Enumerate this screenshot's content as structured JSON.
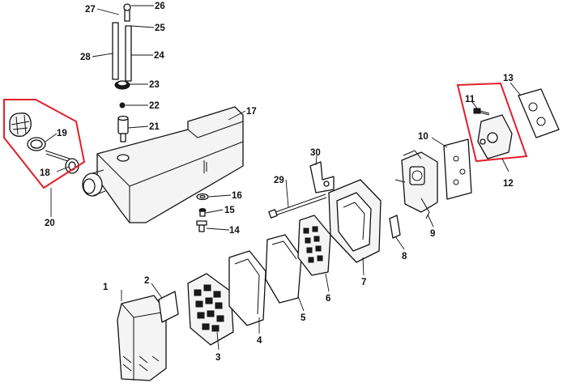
{
  "labels": {
    "p1": "1",
    "p2": "2",
    "p3": "3",
    "p4": "4",
    "p5": "5",
    "p6": "6",
    "p7": "7",
    "p8": "8",
    "p9": "9",
    "p10": "10",
    "p11": "11",
    "p12": "12",
    "p13": "13",
    "p14": "14",
    "p15": "15",
    "p16": "16",
    "p17": "17",
    "p18": "18",
    "p19": "19",
    "p20": "20",
    "p21": "21",
    "p22": "22",
    "p23": "23",
    "p24": "24",
    "p25": "25",
    "p26": "26",
    "p27": "27",
    "p28": "28",
    "p29": "29",
    "p30": "30"
  },
  "colors": {
    "callout": "#e0202a",
    "line": "#111111"
  }
}
